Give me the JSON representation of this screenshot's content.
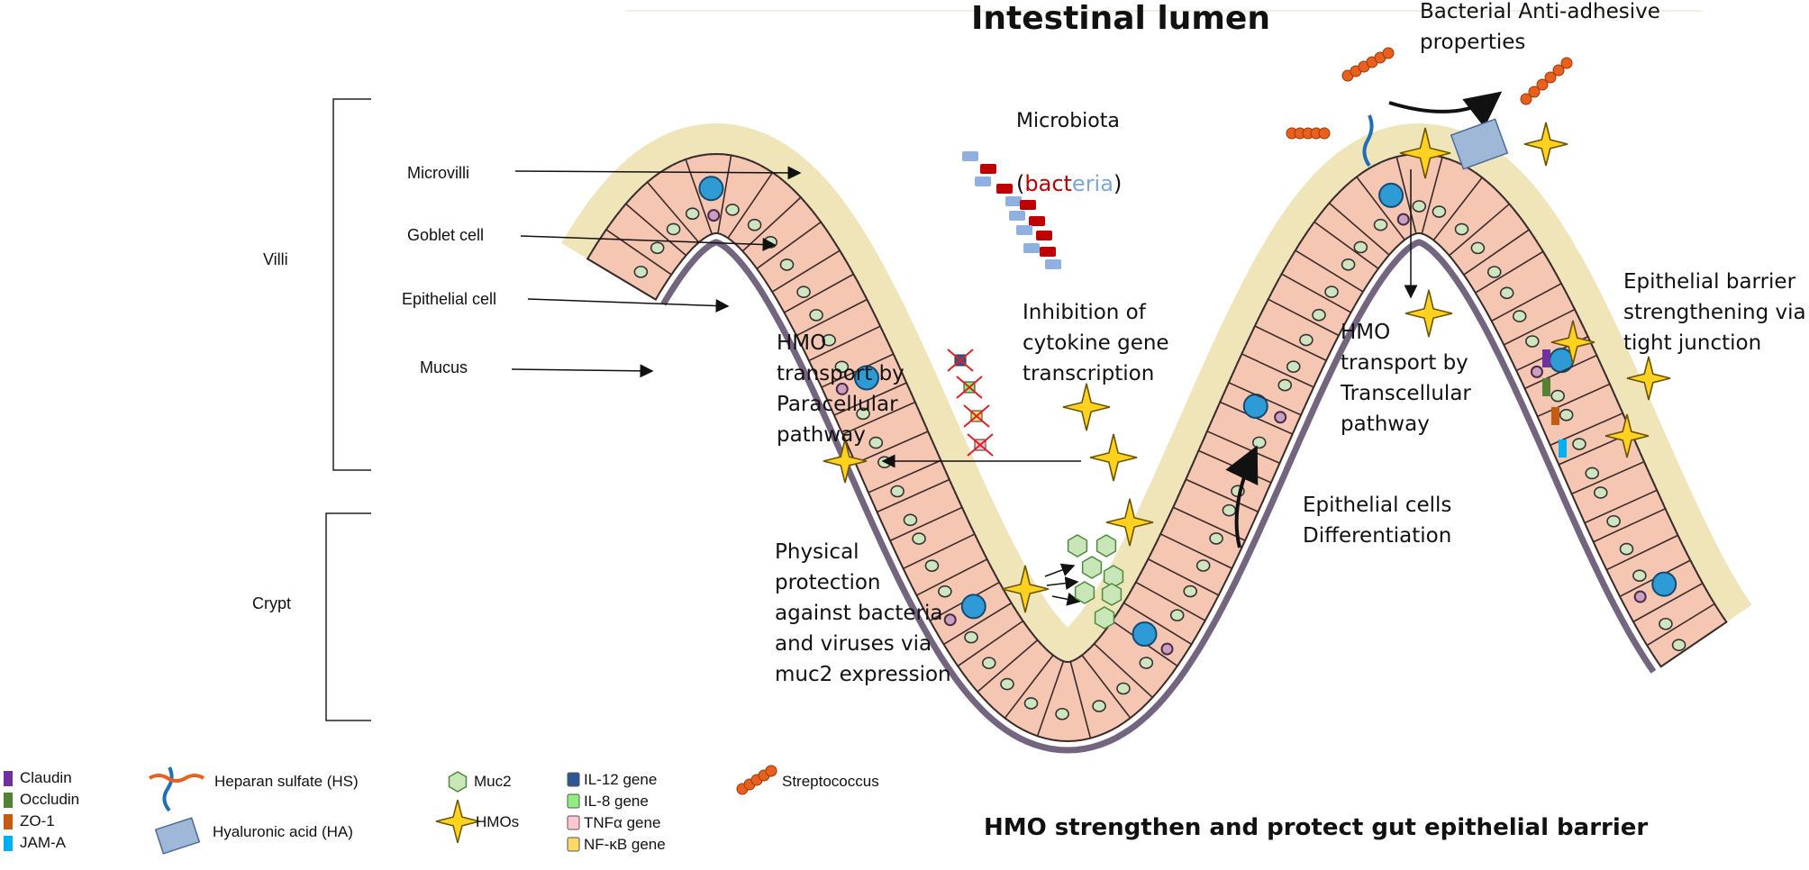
{
  "title": "Intestinal lumen",
  "subtitle": "HMO strengthen and protect gut epithelial barrier",
  "regions": {
    "villi": "Villi",
    "crypt": "Crypt"
  },
  "structures": {
    "microvilli": "Microvilli",
    "goblet_cell": "Goblet cell",
    "epithelial_cell": "Epithelial cell",
    "mucus": "Mucus"
  },
  "microbiota": {
    "label": "Microbiota",
    "open_paren": "(",
    "part1": "bact",
    "part2": "eria",
    "close_paren": ")"
  },
  "annotations": {
    "paracellular": "HMO\ntransport by\nParacellular\npathway",
    "cytokine": "Inhibition of\ncytokine gene\ntranscription",
    "physical": "Physical\nprotection\nagainst bacteria\nand viruses via\nmuc2 expression",
    "transcellular": "HMO\ntransport by\nTranscellular\npathway",
    "differentiation": "Epithelial cells\nDifferentiation",
    "anti_adhesive": "Bacterial Anti-adhesive\nproperties",
    "tight_junction": "Epithelial barrier\nstrengthening via\ntight junction"
  },
  "legend": {
    "claudin": "Claudin",
    "occludin": "Occludin",
    "zo1": "ZO-1",
    "jama": "JAM-A",
    "heparan": "Heparan sulfate (HS)",
    "hyaluronic": "Hyaluronic acid (HA)",
    "muc2": "Muc2",
    "hmos": "HMOs",
    "il12": "IL-12 gene",
    "il8": "IL-8 gene",
    "tnfa": "TNFα gene",
    "nfkb": "NF-κB gene",
    "strep": "Streptococcus"
  },
  "colors": {
    "claudin": "#7030a0",
    "occludin": "#548235",
    "zo1": "#c55a11",
    "jama": "#00b0f0",
    "mucus": "#efe5b8",
    "epithelium": "#f5c6b2",
    "cell_outline": "#3a2a2a",
    "goblet": "#d6ecf8",
    "goblet_vacuole": "#2e9ad6",
    "nucleus": "#cfe5c0",
    "hmo_star": "#ffd21f",
    "muc2": "#c9e6b8",
    "strep": "#e8601c",
    "il12": "#2f5597",
    "il8": "#8ef07a",
    "tnfa": "#ffc7ce",
    "nfkb": "#ffd966"
  }
}
